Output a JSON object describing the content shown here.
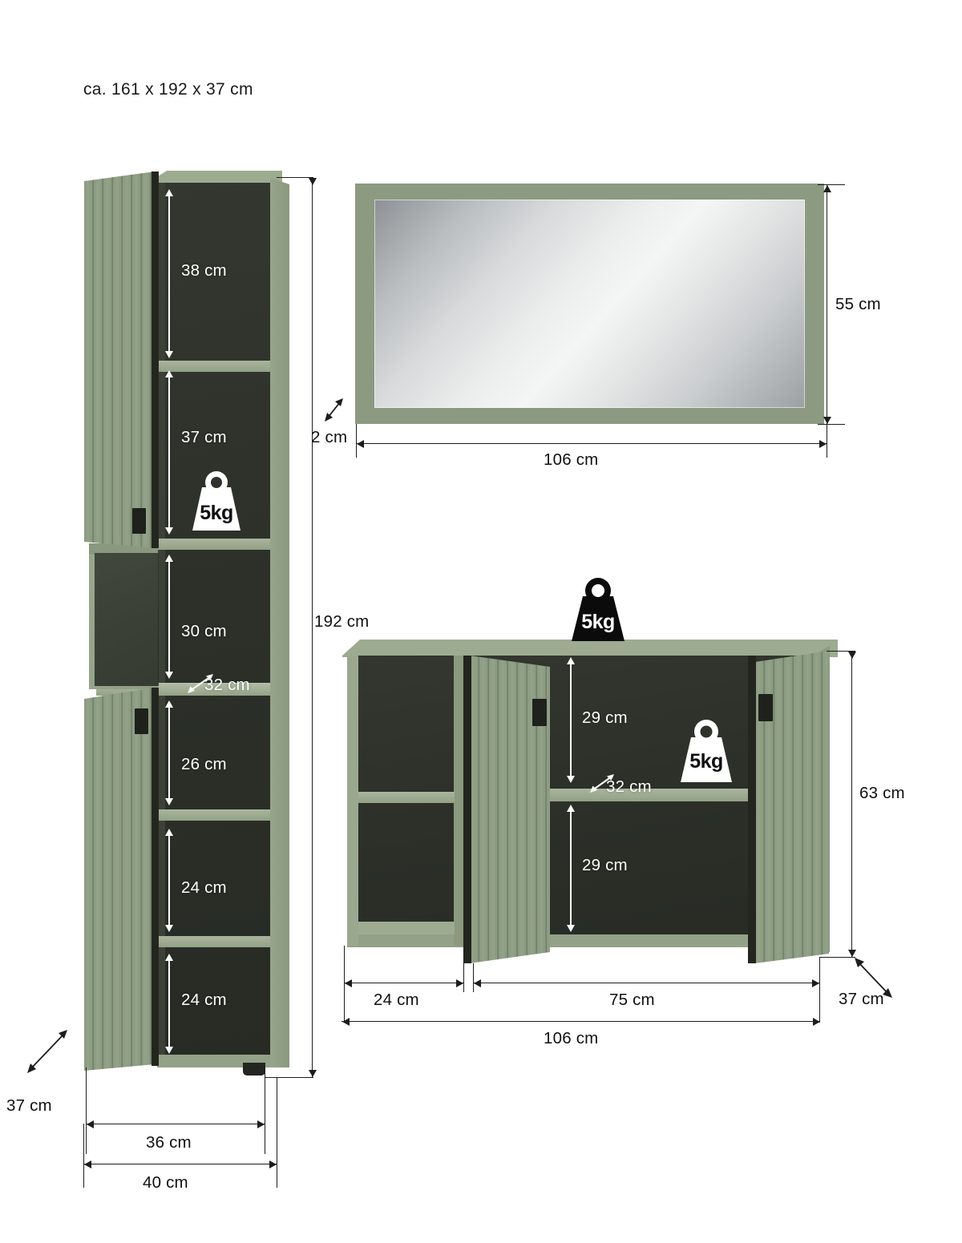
{
  "header": {
    "overall_dimensions": "ca. 161 x 192 x 37 cm"
  },
  "units": "cm",
  "colors": {
    "body_green": "#8e9c84",
    "door_green": "#8a9a80",
    "shelf_green": "#a9b69d",
    "interior_dark": "#2b2f28",
    "handle_black": "#1e211c",
    "dimension_line": "#1d1d1d",
    "dimension_text_light": "#ffffff",
    "mirror_glass": "#e9eaea"
  },
  "products": {
    "tall_cabinet": {
      "name": "tall-cabinet",
      "height_label": "192 cm",
      "depth_label": "37 cm",
      "inner_width_label": "36 cm",
      "outer_width_label": "40 cm",
      "shelf_depth_label": "32 cm",
      "compartments": [
        {
          "label": "38 cm"
        },
        {
          "label": "37 cm"
        },
        {
          "label": "30 cm"
        },
        {
          "label": "26 cm"
        },
        {
          "label": "24 cm"
        },
        {
          "label": "24 cm"
        }
      ],
      "load_badges": [
        {
          "text": "5kg",
          "style": "white"
        }
      ]
    },
    "mirror": {
      "name": "wall-mirror",
      "height_label": "55 cm",
      "width_label": "106 cm",
      "depth_label": "2 cm"
    },
    "sink_cabinet": {
      "name": "sink-base-cabinet",
      "height_label": "63 cm",
      "depth_label": "37 cm",
      "total_width_label": "106 cm",
      "left_section_width_label": "24 cm",
      "right_section_width_label": "75 cm",
      "upper_compartment_label": "29 cm",
      "lower_compartment_label": "29 cm",
      "shelf_depth_label": "32 cm",
      "load_badges": [
        {
          "text": "5kg",
          "style": "black",
          "position": "top"
        },
        {
          "text": "5kg",
          "style": "white",
          "position": "shelf"
        }
      ]
    }
  },
  "icons": {
    "weight_icon": "weight-icon",
    "arrow_double_diagonal": "double-arrow-diagonal-icon",
    "arrow_vertical": "double-arrow-vertical-icon",
    "arrow_horizontal": "double-arrow-horizontal-icon"
  }
}
